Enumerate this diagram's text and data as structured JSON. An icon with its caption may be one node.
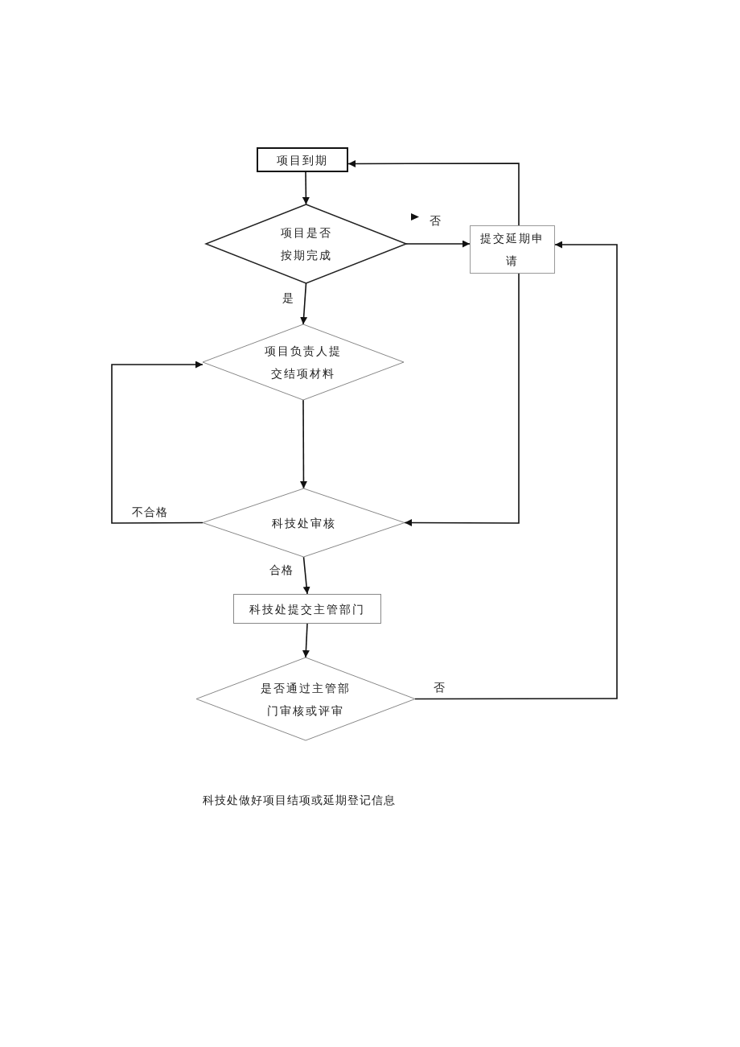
{
  "diagram": {
    "nodes": [
      {
        "text": [
          "项目到期"
        ]
      },
      {
        "text": [
          "项目是否按期完成"
        ]
      },
      {
        "text": [
          "提交延期申请"
        ]
      },
      {
        "text": [
          "项目负责人提交结项材料"
        ]
      },
      {
        "text": [
          "科技处审核"
        ]
      },
      {
        "text": [
          "科技处提交主管部门"
        ]
      },
      {
        "text": [
          "是否通过主管部门审核或评审"
        ]
      }
    ],
    "edges": [
      {
        "from": 0,
        "to": 1,
        "arrow": "to"
      },
      {
        "from": 1,
        "to": 2,
        "arrow": "to",
        "label": "否"
      },
      {
        "from": 2,
        "to": 0,
        "arrow": "to"
      },
      {
        "from": 1,
        "to": 3,
        "arrow": "to",
        "label": "是"
      },
      {
        "from": 3,
        "to": 4,
        "arrow": "to"
      },
      {
        "from": 4,
        "to": 3,
        "arrow": "to",
        "label": "不合格"
      },
      {
        "from": 2,
        "to": 4,
        "arrow": "to"
      },
      {
        "from": 4,
        "to": 5,
        "arrow": "to",
        "label": "合格"
      },
      {
        "from": 5,
        "to": 6,
        "arrow": "to"
      },
      {
        "from": 6,
        "to": 2,
        "arrow": "to",
        "label": "否"
      }
    ],
    "labels": [
      "科技处做好项目结项或延期登记信息"
    ]
  }
}
